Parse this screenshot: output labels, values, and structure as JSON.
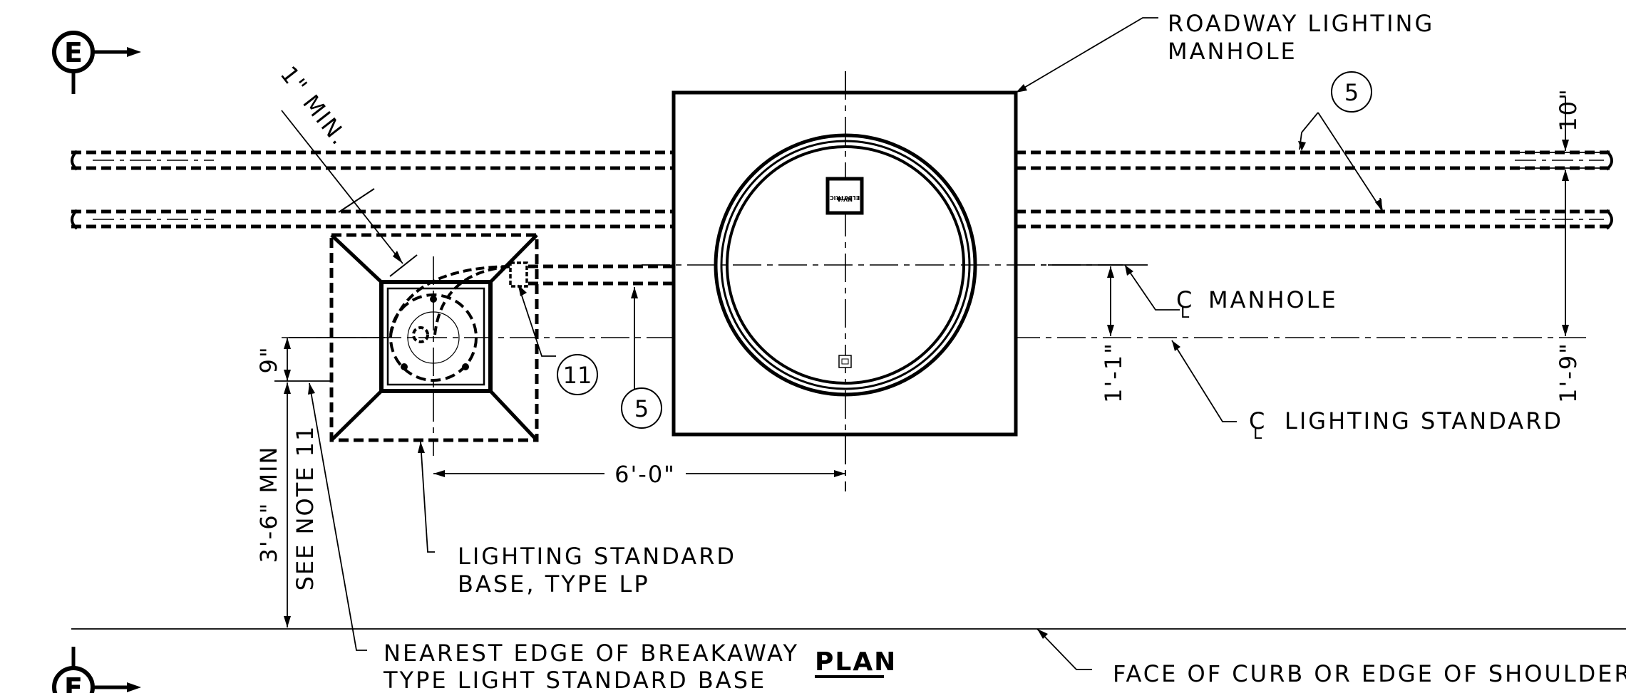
{
  "labels": {
    "roadway_lighting_manhole": [
      "ROADWAY LIGHTING",
      "MANHOLE"
    ],
    "cl_manhole": "MANHOLE",
    "cl_lighting_standard": "LIGHTING STANDARD",
    "cl_symbol": "C",
    "cl_symbol_sub": "L",
    "lighting_standard_base": [
      "LIGHTING STANDARD",
      "BASE, TYPE LP"
    ],
    "nearest_edge": [
      "NEAREST EDGE OF BREAKAWAY",
      "TYPE LIGHT STANDARD BASE"
    ],
    "face_of_curb": "FACE OF CURB OR EDGE OF SHOULDER",
    "plan_title": "PLAN",
    "section_marker": "E",
    "lid_text": [
      "NV/A",
      "ELECTRIC"
    ]
  },
  "dimensions": {
    "min_1in": "1\" MIN.",
    "d9in": "9\"",
    "d3ft6in": "3'-6\" MIN",
    "see_note_11": "SEE NOTE 11",
    "d6ft": "6'-0\"",
    "d1ft1in": "1'-1\"",
    "d1ft9in": "1'-9\"",
    "d10in": "10\""
  },
  "callouts": {
    "note_5_top": "5",
    "note_5_bottom": "5",
    "note_11": "11"
  }
}
